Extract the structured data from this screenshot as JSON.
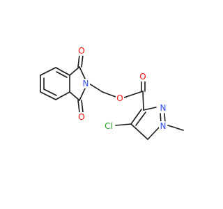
{
  "molecule": {
    "atom_labels": {
      "o_upper": "O",
      "o_lower": "O",
      "n_imide": "N",
      "o_ester_carbonyl": "O",
      "o_ester_link": "O",
      "n_pyrazole_2": "N",
      "n_pyrazole_1": "N",
      "cl": "Cl"
    },
    "colors": {
      "bond": "#1a1a1a",
      "oxygen": "#ff0d0d",
      "nitrogen": "#3050f8",
      "chlorine": "#1fa01f"
    }
  }
}
